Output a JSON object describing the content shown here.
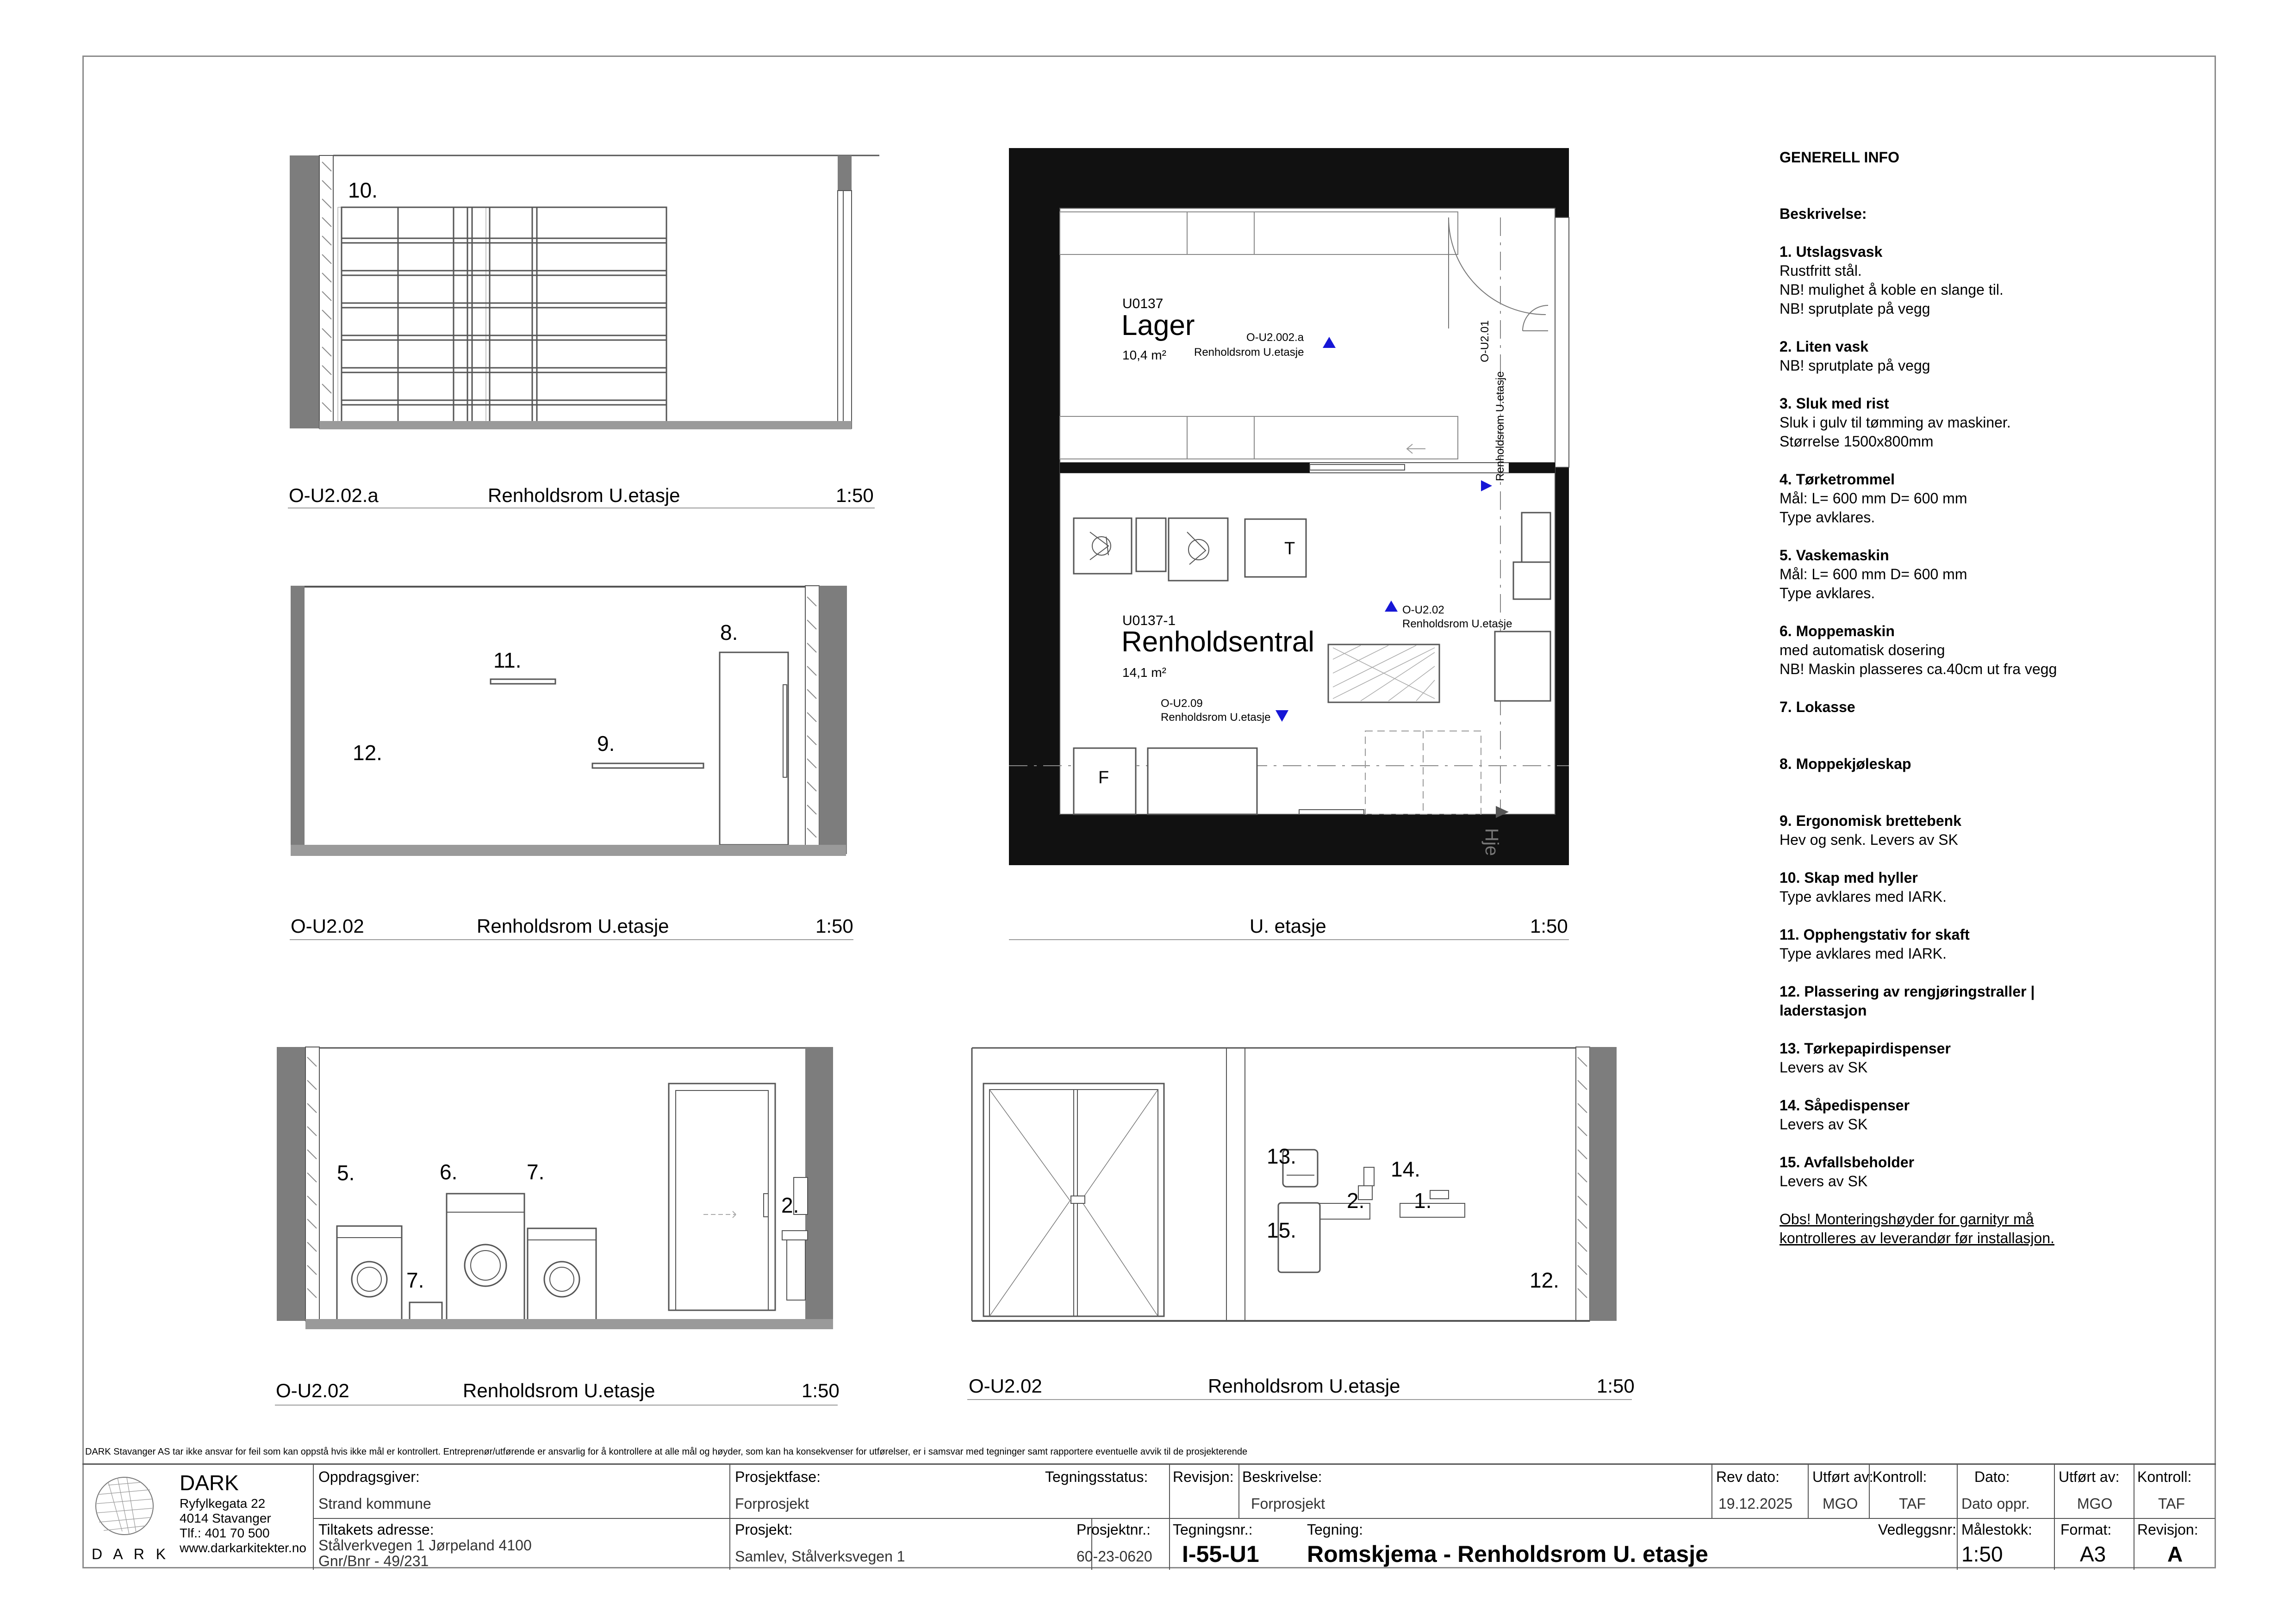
{
  "views": {
    "v1": {
      "code": "O-U2.02.a",
      "name": "Renholdsrom U.etasje",
      "scale": "1:50",
      "marks": [
        "10."
      ]
    },
    "v2": {
      "code": "O-U2.02",
      "name": "Renholdsrom U.etasje",
      "scale": "1:50",
      "marks": [
        "11.",
        "8.",
        "12.",
        "9."
      ]
    },
    "plan": {
      "name": "U. etasje",
      "scale": "1:50",
      "room1": {
        "id": "U0137",
        "name": "Lager",
        "area": "10,4 m²"
      },
      "room2": {
        "id": "U0137-1",
        "name": "Renholdsentral",
        "area": "14,1 m²"
      },
      "tags": [
        {
          "code": "O-U2.002.a",
          "room": "Renholdsrom U.etasje"
        },
        {
          "code": "O-U2.02",
          "room": "Renholdsrom U.etasje"
        },
        {
          "code": "O-U2.09",
          "room": "Renholdsrom U.etasje"
        },
        {
          "code": "O-U2.01",
          "room": "Renholdsrom U.etasje"
        }
      ],
      "equip": [
        "T",
        "F"
      ],
      "hint": "Hje"
    },
    "v3": {
      "code": "O-U2.02",
      "name": "Renholdsrom U.etasje",
      "scale": "1:50",
      "marks": [
        "5.",
        "6.",
        "7.",
        "7.",
        "2."
      ]
    },
    "v4": {
      "code": "O-U2.02",
      "name": "Renholdsrom U.etasje",
      "scale": "1:50",
      "marks": [
        "13.",
        "14.",
        "2.",
        "1.",
        "15.",
        "12."
      ]
    }
  },
  "info": {
    "heading": "GENERELL INFO",
    "desc_heading": "Beskrivelse:",
    "items": [
      {
        "title": "1. Utslagsvask",
        "lines": [
          "Rustfritt stål.",
          "NB! mulighet å koble en slange til.",
          "NB! sprutplate på vegg"
        ]
      },
      {
        "title": "2. Liten vask",
        "lines": [
          "NB! sprutplate på vegg"
        ]
      },
      {
        "title": "3. Sluk med rist",
        "lines": [
          "Sluk i gulv til tømming av maskiner.",
          "Størrelse 1500x800mm"
        ]
      },
      {
        "title": "4. Tørketrommel",
        "lines": [
          "Mål: L= 600 mm D= 600 mm",
          "Type avklares."
        ]
      },
      {
        "title": "5. Vaskemaskin",
        "lines": [
          "Mål: L= 600 mm D= 600 mm",
          "Type avklares."
        ]
      },
      {
        "title": "6. Moppemaskin",
        "lines": [
          "med automatisk dosering",
          "NB! Maskin plasseres ca.40cm ut fra vegg"
        ]
      },
      {
        "title": "7. Lokasse",
        "lines": []
      },
      {
        "title": "8. Moppekjøleskap",
        "lines": []
      },
      {
        "title": "9. Ergonomisk brettebenk",
        "lines": [
          "Hev og senk. Levers av SK"
        ]
      },
      {
        "title": "10. Skap med hyller",
        "lines": [
          "Type avklares med IARK."
        ]
      },
      {
        "title": "11. Opphengstativ for skaft",
        "lines": [
          "Type avklares med IARK."
        ]
      },
      {
        "title": "12. Plassering av rengjøringstraller |",
        "title2": "laderstasjon",
        "lines": []
      },
      {
        "title": "13. Tørkepapirdispenser",
        "lines": [
          "Levers av SK"
        ]
      },
      {
        "title": "14. Såpedispenser",
        "lines": [
          "Levers av SK"
        ]
      },
      {
        "title": "15. Avfallsbeholder",
        "lines": [
          "Levers av SK"
        ]
      }
    ],
    "note_line1": "Obs! Monteringshøyder for garnityr må",
    "note_line2": "kontrolleres av leverandør før installasjon."
  },
  "disclaimer": "DARK Stavanger AS tar ikke ansvar for feil som kan oppstå hvis ikke mål er kontrollert. Entreprenør/utførende er ansvarlig for å kontrollere at alle mål og høyder, som kan ha konsekvenser for utførelser, er i samsvar med tegninger samt rapportere eventuelle avvik til de prosjekterende",
  "titleblock": {
    "office": {
      "name": "DARK",
      "street": "Ryfylkegata 22",
      "city": "4014 Stavanger",
      "phone": "Tlf.: 401 70 500",
      "web": "www.darkarkitekter.no",
      "logo_text": "D A R K"
    },
    "client_label": "Oppdragsgiver:",
    "client": "Strand kommune",
    "address_label": "Tiltakets adresse:",
    "address": "Stålverkvegen 1 Jørpeland 4100",
    "gnr": "Gnr/Bnr - 49/231",
    "phase_label": "Prosjektfase:",
    "phase": "Forprosjekt",
    "status_label": "Tegningsstatus:",
    "project_label": "Prosjekt:",
    "project": "Samlev, Stålverksvegen 1",
    "projno_label": "Prosjektnr.:",
    "projno": "60-23-0620",
    "rev_label": "Revisjon:",
    "desc_label": "Beskrivelse:",
    "desc": "Forprosjekt",
    "revdate_label": "Rev dato:",
    "revdate": "19.12.2025",
    "by_label": "Utført av:",
    "by": "MGO",
    "ctrl_label": "Kontroll:",
    "ctrl": "TAF",
    "date_label": "Dato:",
    "date": "Dato oppr.",
    "by2_label": "Utført av:",
    "by2": "MGO",
    "ctrl2_label": "Kontroll:",
    "ctrl2": "TAF",
    "drawno_label": "Tegningsnr.:",
    "drawno": "I-55-U1",
    "drawing_label": "Tegning:",
    "drawing": "Romskjema - Renholdsrom U. etasje",
    "attach_label": "Vedleggsnr:",
    "scale_label": "Målestokk:",
    "scale": "1:50",
    "format_label": "Format:",
    "format": "A3",
    "revision_label": "Revisjon:",
    "revision": "A"
  }
}
